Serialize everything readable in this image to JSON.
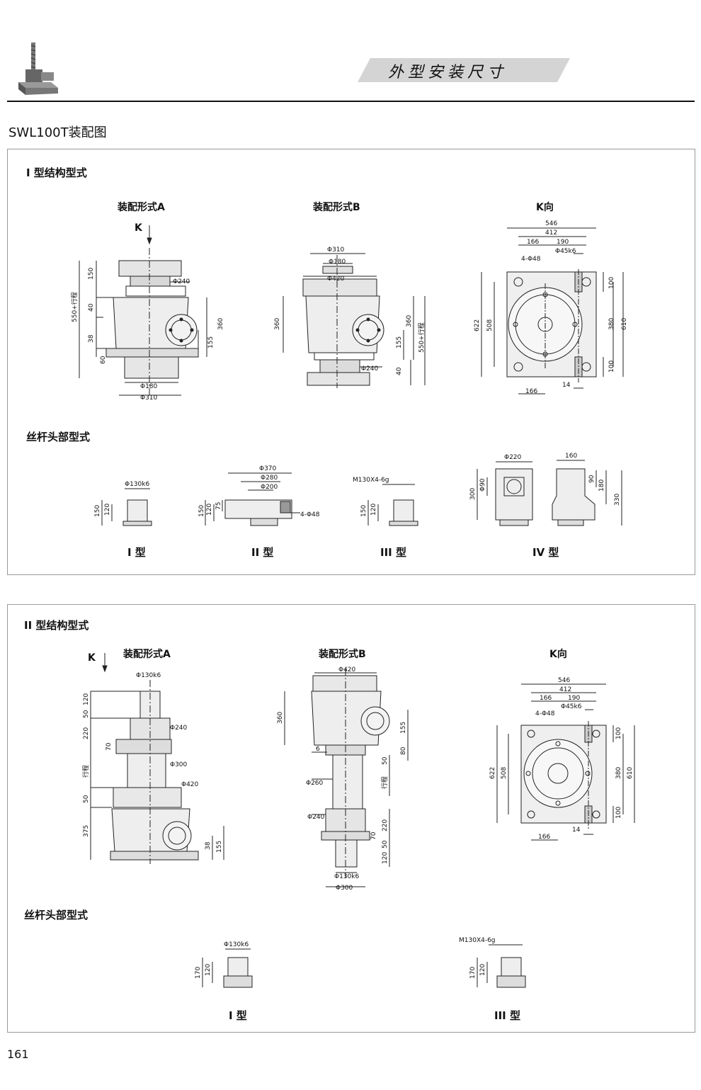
{
  "header": {
    "banner_title": "外型安装尺寸",
    "page_title": "SWL100T装配图",
    "page_number": "161"
  },
  "section1": {
    "title": "I 型结构型式",
    "assembly_a": "装配形式A",
    "assembly_b": "装配形式B",
    "k_view": "K向",
    "k_arrow": "K",
    "screw_head_title": "丝杆头部型式",
    "types": [
      "I 型",
      "II 型",
      "III 型",
      "IV 型"
    ],
    "dims_a": {
      "d150": "150",
      "d40": "40",
      "d550": "550+行程",
      "d38": "38",
      "d60": "60",
      "d360": "360",
      "d155": "155",
      "phi240": "Φ240",
      "phi180": "Φ180",
      "phi310": "Φ310"
    },
    "dims_b": {
      "phi310": "Φ310",
      "phi180": "Φ180",
      "phi420": "Φ420",
      "d360l": "360",
      "d360r": "360",
      "d155": "155",
      "d550": "550+行程",
      "d40": "40",
      "phi240": "Φ240"
    },
    "dims_k": {
      "d546": "546",
      "d412": "412",
      "d166t": "166",
      "d190": "190",
      "holes": "4-Φ48",
      "phi45": "Φ45k6",
      "d622": "622",
      "d508": "508",
      "d100a": "100",
      "d380": "380",
      "d610": "610",
      "d100b": "100",
      "d166b": "166",
      "d14": "14"
    },
    "head1": {
      "phi": "Φ130k6",
      "d150": "150",
      "d120": "120"
    },
    "head2": {
      "phi370": "Φ370",
      "phi280": "Φ280",
      "phi200": "Φ200",
      "d150": "150",
      "d120": "120",
      "d75": "75",
      "holes": "4-Φ48"
    },
    "head3": {
      "thread": "M130X4-6g",
      "d150": "150",
      "d120": "120"
    },
    "head4": {
      "phi220": "Φ220",
      "phi90": "Φ90",
      "d300": "300",
      "d160": "160",
      "d90": "90",
      "d180": "180",
      "d330": "330"
    }
  },
  "section2": {
    "title": "II 型结构型式",
    "assembly_a": "装配形式A",
    "assembly_b": "装配形式B",
    "k_view": "K向",
    "k_arrow": "K",
    "screw_head_title": "丝杆头部型式",
    "types": [
      "I 型",
      "III 型"
    ],
    "dims_a": {
      "phi130": "Φ130k6",
      "d120": "120",
      "d50a": "50",
      "d220": "220",
      "d70": "70",
      "stroke": "行程",
      "d50b": "50",
      "d375": "375",
      "phi240": "Φ240",
      "phi300": "Φ300",
      "phi420": "Φ420",
      "d38": "38",
      "d155": "155"
    },
    "dims_b": {
      "phi420": "Φ420",
      "d360": "360",
      "d155": "155",
      "d6": "6",
      "d80": "80",
      "d50a": "50",
      "stroke": "行程",
      "phi260": "Φ260",
      "phi240": "Φ240",
      "d220": "220",
      "d70": "70",
      "d50b": "50",
      "d120": "120",
      "phi130": "Φ130k6",
      "phi300": "Φ300"
    },
    "dims_k": {
      "d546": "546",
      "d412": "412",
      "d166t": "166",
      "d190": "190",
      "holes": "4-Φ48",
      "phi45": "Φ45k6",
      "d622": "622",
      "d508": "508",
      "d100a": "100",
      "d380": "380",
      "d610": "610",
      "d100b": "100",
      "d166b": "166",
      "d14": "14"
    },
    "head1": {
      "phi": "Φ130k6",
      "d170": "170",
      "d120": "120"
    },
    "head3": {
      "thread": "M130X4-6g",
      "d170": "170",
      "d120": "120"
    }
  }
}
